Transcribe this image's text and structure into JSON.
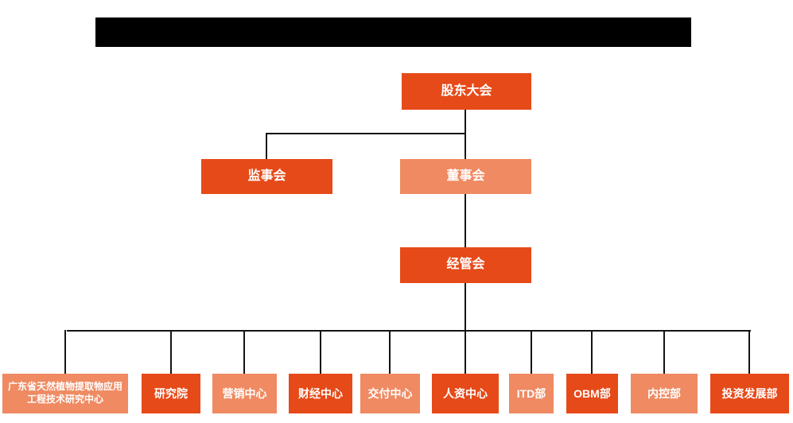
{
  "colors": {
    "primary": "#e64a19",
    "secondary": "#ef8a62",
    "connector": "#141414",
    "box_text": "#ffffff",
    "redacted_bar": "#000000",
    "page_background": "#ffffff"
  },
  "header": {
    "redacted": true
  },
  "org_chart": {
    "type": "organization-chart",
    "nodes": [
      {
        "id": "shareholders-meeting",
        "label": "股东大会",
        "level": 1,
        "parent": null,
        "color": "#e64a19"
      },
      {
        "id": "supervisory-board",
        "label": "监事会",
        "level": 2,
        "parent": "股东大会",
        "color": "#e64a19"
      },
      {
        "id": "board-of-directors",
        "label": "董事会",
        "level": 2,
        "parent": "股东大会",
        "color": "#ef8a62"
      },
      {
        "id": "management-committee",
        "label": "经管会",
        "level": 3,
        "parent": "董事会",
        "color": "#e64a19"
      },
      {
        "id": "gd-plant-extract-research-center",
        "label": "广东省天然植物提取物应用工程技术研究中心",
        "level": 4,
        "parent": "经管会",
        "color": "#ef8a62"
      },
      {
        "id": "research-institute",
        "label": "研究院",
        "level": 4,
        "parent": "经管会",
        "color": "#e64a19"
      },
      {
        "id": "marketing-center",
        "label": "营销中心",
        "level": 4,
        "parent": "经管会",
        "color": "#ef8a62"
      },
      {
        "id": "finance-center",
        "label": "财经中心",
        "level": 4,
        "parent": "经管会",
        "color": "#e64a19"
      },
      {
        "id": "delivery-center",
        "label": "交付中心",
        "level": 4,
        "parent": "经管会",
        "color": "#ef8a62"
      },
      {
        "id": "hr-center",
        "label": "人资中心",
        "level": 4,
        "parent": "经管会",
        "color": "#e64a19"
      },
      {
        "id": "itd-department",
        "label": "ITD部",
        "level": 4,
        "parent": "经管会",
        "color": "#ef8a62"
      },
      {
        "id": "obm-department",
        "label": "OBM部",
        "level": 4,
        "parent": "经管会",
        "color": "#e64a19"
      },
      {
        "id": "internal-control-department",
        "label": "内控部",
        "level": 4,
        "parent": "经管会",
        "color": "#ef8a62"
      },
      {
        "id": "investment-development-department",
        "label": "投资发展部",
        "level": 4,
        "parent": "经管会",
        "color": "#e64a19"
      }
    ]
  }
}
